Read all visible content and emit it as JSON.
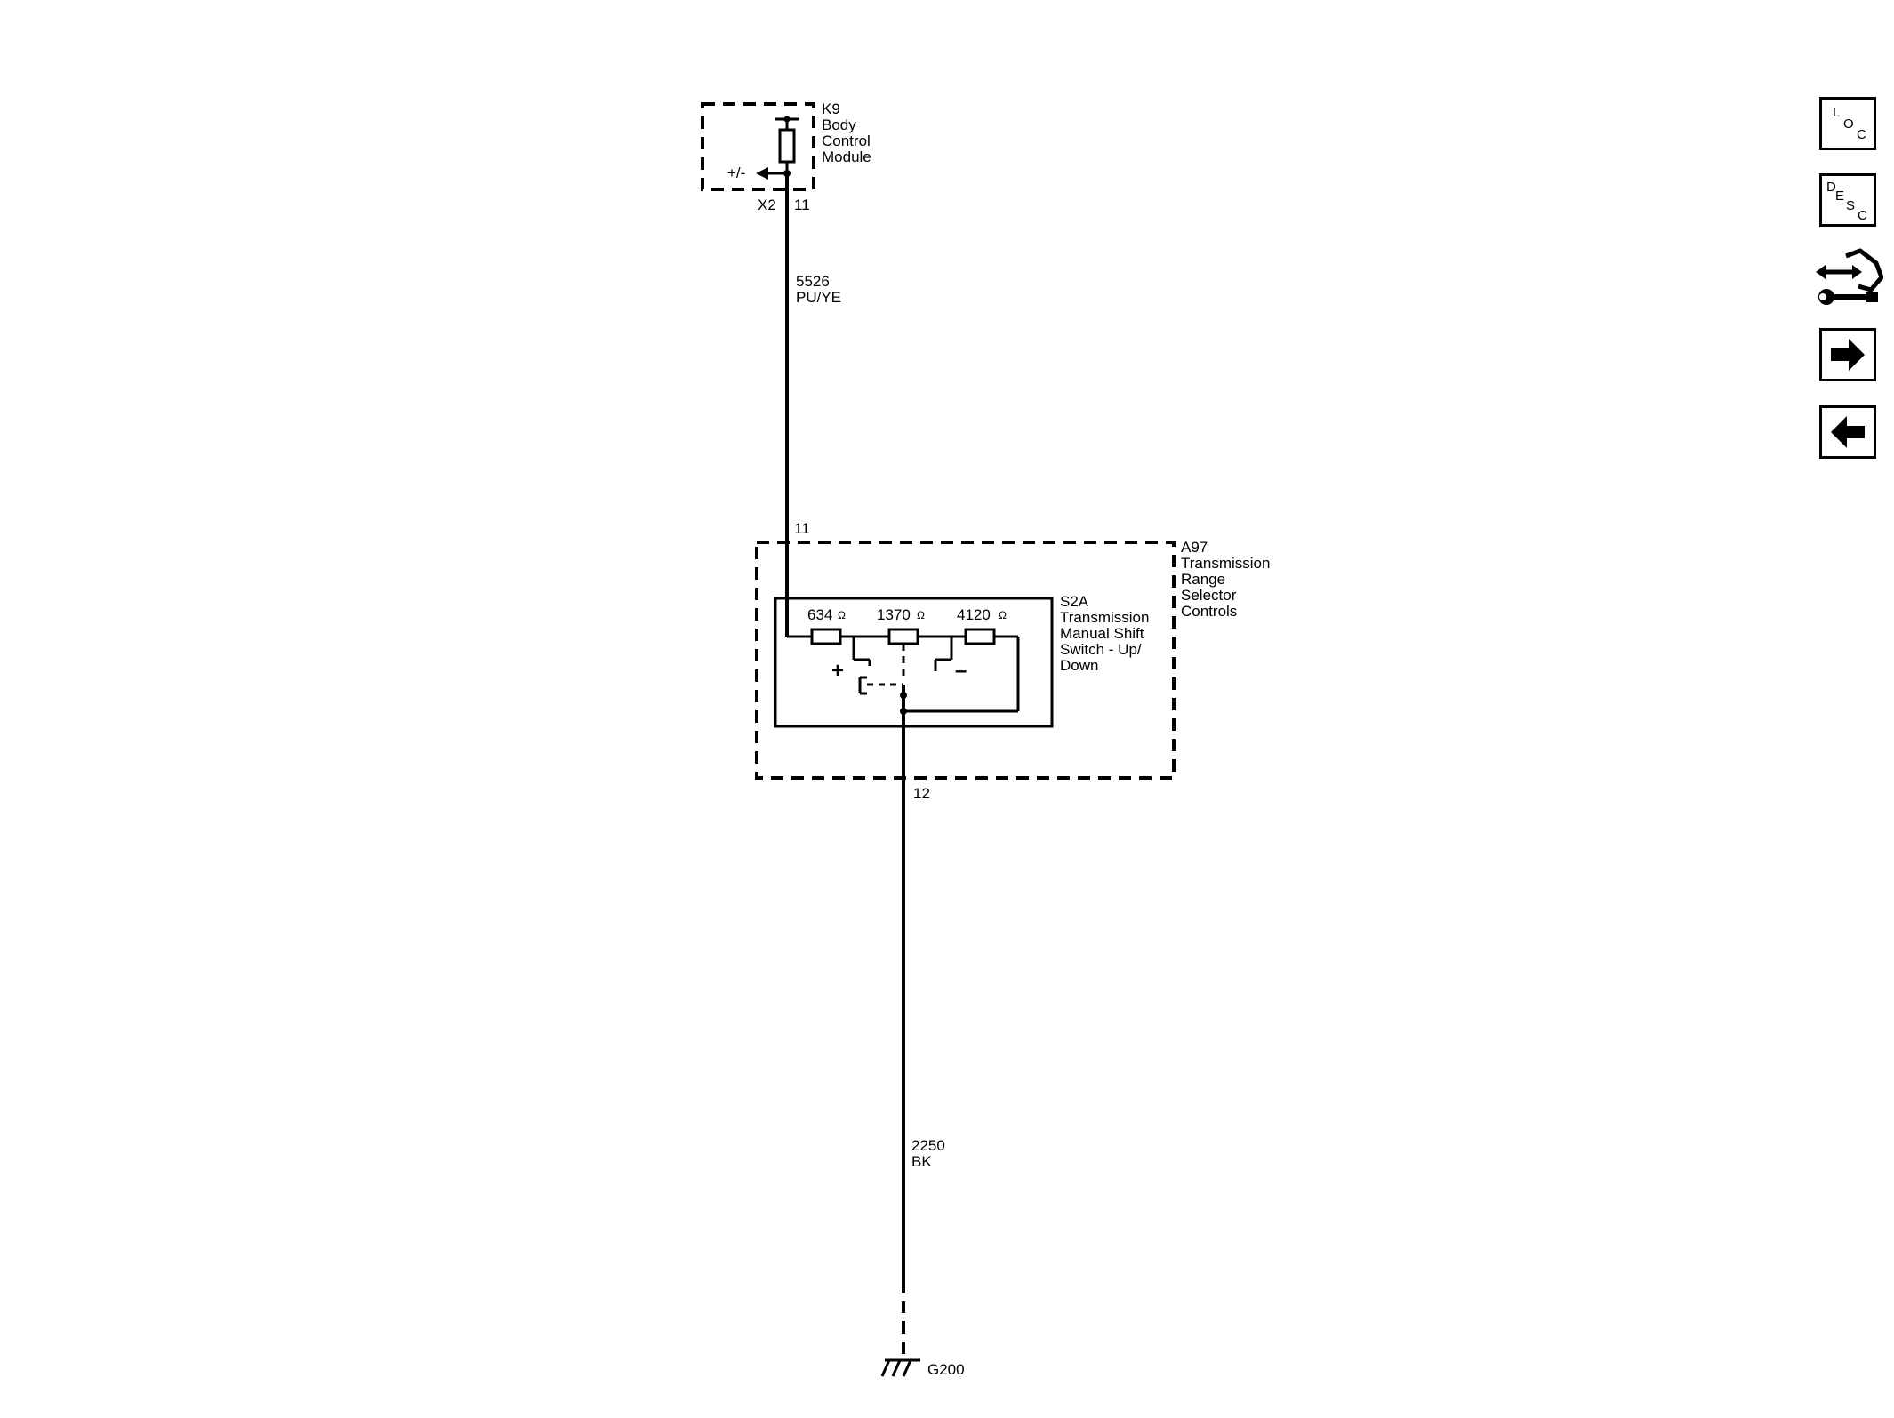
{
  "components": {
    "k9": {
      "id": "K9",
      "name_lines": [
        "Body",
        "Control",
        "Module"
      ],
      "connector": "X2",
      "pin": "11",
      "signal": "+/-"
    },
    "a97": {
      "id": "A97",
      "name_lines": [
        "Transmission",
        "Range",
        "Selector",
        "Controls"
      ],
      "pin_top": "11",
      "pin_bottom": "12"
    },
    "s2a": {
      "id": "S2A",
      "name_lines": [
        "Transmission",
        "Manual Shift",
        "Switch - Up/",
        "Down"
      ],
      "plus": "+",
      "minus": "–"
    }
  },
  "resistors": [
    {
      "value": "634",
      "unit": "Ω"
    },
    {
      "value": "1370",
      "unit": "Ω"
    },
    {
      "value": "4120",
      "unit": "Ω"
    }
  ],
  "wires": [
    {
      "circuit": "5526",
      "color": "PU/YE"
    },
    {
      "circuit": "2250",
      "color": "BK"
    }
  ],
  "ground": {
    "id": "G200"
  },
  "nav": {
    "loc": {
      "letters": [
        "L",
        "O",
        "C"
      ]
    },
    "desc": {
      "letters": [
        "D",
        "E",
        "S",
        "C"
      ]
    }
  }
}
